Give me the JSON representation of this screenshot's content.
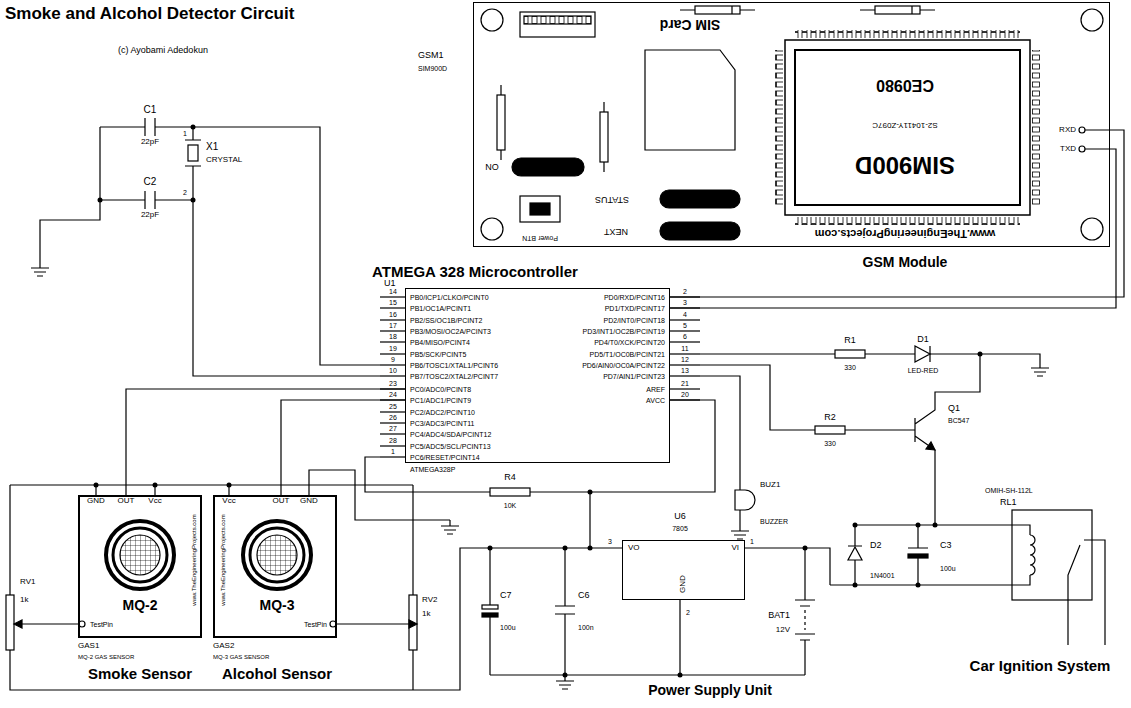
{
  "diagram": {
    "title": "Smoke and Alcohol Detector Circuit",
    "nodes": [
      {
        "text": [
          "SIM Card",
          "CE0980",
          "S2-10411Y-Z097C",
          "SIM900D",
          "NO",
          "STATUS",
          "NEXT",
          "Power BTN",
          "www.TheEngineeringProjects.com",
          "RXD",
          "TXD"
        ]
      },
      {
        "text": [
          "ATMEGA 328 Microcontroller",
          "U1",
          "PB0/ICP1/CLKO/PCINT0",
          "PB1/OC1A/PCINT1",
          "PB2/SS/OC1B/PCINT2",
          "PB3/MOSI/OC2A/PCINT3",
          "PB4/MISO/PCINT4",
          "PB5/SCK/PCINT5",
          "PB6/TOSC1/XTAL1/PCINT6",
          "PB7/TOSC2/XTAL2/PCINT7",
          "PC0/ADC0/PCINT8",
          "PC1/ADC1/PCINT9",
          "PC2/ADC2/PCINT10",
          "PC3/ADC3/PCINT11",
          "PC4/ADC4/SDA/PCINT12",
          "PC5/ADC5/SCL/PCINT13",
          "PC6/RESET/PCINT14",
          "PD0/RXD/PCINT16",
          "PD1/TXD/PCINT17",
          "PD2/INT0/PCINT18",
          "PD3/INT1/OC2B/PCINT19",
          "PD4/T0/XCK/PCINT20",
          "PD5/T1/OC0B/PCINT21",
          "PD6/AIN0/OC0A/PCINT22",
          "PD7/AIN1/PCINT23",
          "AREF",
          "AVCC",
          "ATMEGA328P"
        ]
      },
      {
        "text": [
          "GND",
          "OUT",
          "Vcc",
          "MQ-2",
          "TestPin",
          "www.TheEngineeringProjects.com"
        ]
      },
      {
        "text": [
          "Vcc",
          "OUT",
          "GND",
          "MQ-3",
          "TestPin",
          "www.TheEngineeringProjects.com"
        ]
      },
      {
        "text": [
          "VO",
          "VI",
          "GND"
        ]
      }
    ],
    "edges": [
      {
        "from": 0,
        "to": 1,
        "arrow": "none"
      },
      {
        "from": 0,
        "to": 1,
        "arrow": "none"
      },
      {
        "from": 2,
        "to": 1,
        "arrow": "none"
      },
      {
        "from": 3,
        "to": 1,
        "arrow": "none"
      },
      {
        "from": 4,
        "to": 1,
        "arrow": "none"
      }
    ],
    "labels": [
      "(c) Ayobami Adedokun",
      "C1",
      "22pF",
      "C2",
      "22pF",
      "X1",
      "CRYSTAL",
      "1",
      "2",
      "GSM1",
      "SIM900D",
      "GSM Module",
      "14",
      "15",
      "16",
      "17",
      "18",
      "19",
      "9",
      "10",
      "23",
      "24",
      "25",
      "26",
      "27",
      "28",
      "1",
      "2",
      "3",
      "4",
      "5",
      "6",
      "11",
      "12",
      "13",
      "21",
      "20",
      "R1",
      "330",
      "D1",
      "LED-RED",
      "R2",
      "330",
      "Q1",
      "BC547",
      "OMIH-SH-112L",
      "RL1",
      "Car Ignition System",
      "BUZ1",
      "BUZZER",
      "R4",
      "10K",
      "U6",
      "7805",
      "3",
      "1",
      "2",
      "D2",
      "1N4001",
      "C3",
      "100u",
      "BAT1",
      "12V",
      "C7",
      "100u",
      "C6",
      "100n",
      "Power Supply Unit",
      "RV1",
      "1k",
      "GAS1",
      "MQ-2 GAS SENSOR",
      "Smoke Sensor",
      "RV2",
      "1k",
      "GAS2",
      "MQ-3 GAS SENSOR",
      "Alcohol Sensor"
    ]
  }
}
